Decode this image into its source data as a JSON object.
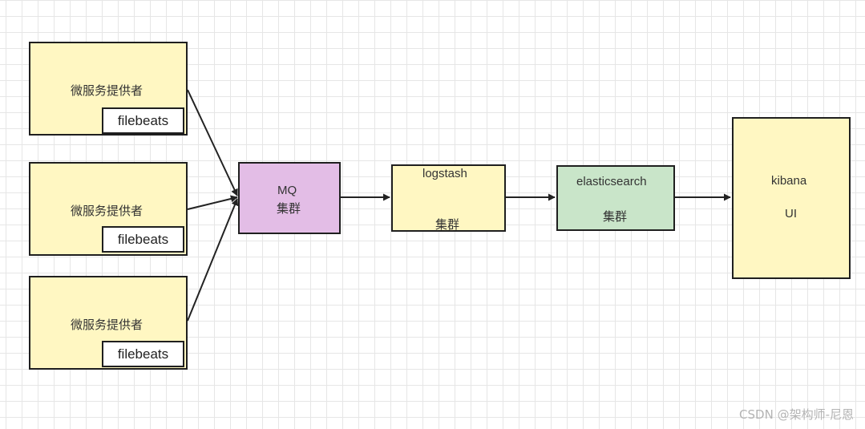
{
  "producers": [
    {
      "title": "微服务提供者",
      "agent": "filebeats"
    },
    {
      "title": "微服务提供者",
      "agent": "filebeats"
    },
    {
      "title": "微服务提供者",
      "agent": "filebeats"
    }
  ],
  "mq": {
    "line1": "MQ",
    "line2": "集群"
  },
  "logstash": {
    "name": "logstash",
    "sub": "集群"
  },
  "elasticsearch": {
    "name": "elasticsearch",
    "sub": "集群"
  },
  "kibana": {
    "name": "kibana",
    "sub": "UI"
  },
  "watermark": "CSDN @架构师-尼恩",
  "colors": {
    "producer_fill": "#fff7c2",
    "mq_fill": "#e3bde6",
    "logstash_fill": "#fff7c2",
    "elasticsearch_fill": "#c9e5c9",
    "kibana_fill": "#fff7c2",
    "stroke": "#1f1f1f"
  }
}
